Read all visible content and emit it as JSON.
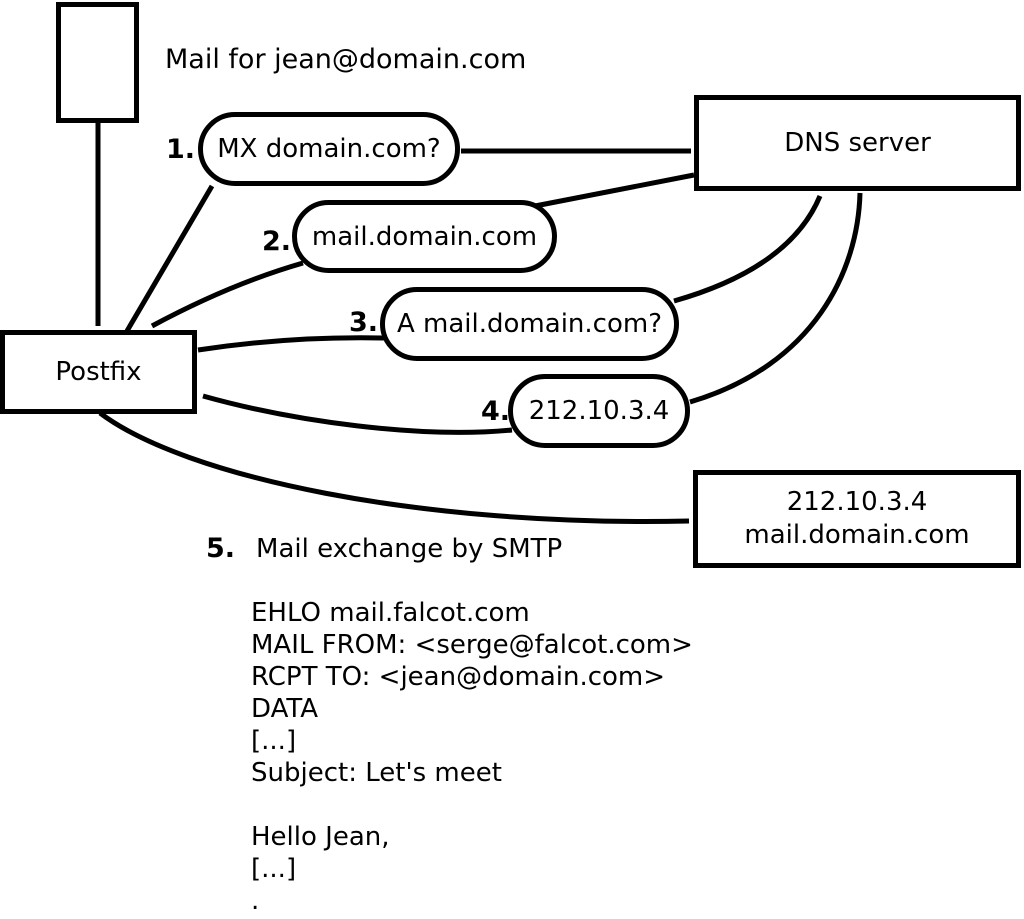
{
  "canvas": {
    "background_color": "#ffffff",
    "line_color": "#000000"
  },
  "title": "Mail for jean@domain.com",
  "nodes": {
    "postfix": {
      "label": "Postfix"
    },
    "dns": {
      "label": "DNS server"
    },
    "mailserver": {
      "line1": "212.10.3.4",
      "line2": "mail.domain.com"
    }
  },
  "steps": [
    {
      "number": "1.",
      "label": "MX domain.com?"
    },
    {
      "number": "2.",
      "label": "mail.domain.com"
    },
    {
      "number": "3.",
      "label": "A mail.domain.com?"
    },
    {
      "number": "4.",
      "label": "212.10.3.4"
    },
    {
      "number": "5.",
      "label": "Mail exchange by SMTP"
    }
  ],
  "smtp_session": {
    "lines": [
      "EHLO mail.falcot.com",
      "MAIL FROM: <serge@falcot.com>",
      "RCPT TO: <jean@domain.com>",
      "DATA",
      "[...]",
      "Subject: Let's meet",
      "",
      "Hello Jean,",
      "[...]",
      "."
    ]
  }
}
